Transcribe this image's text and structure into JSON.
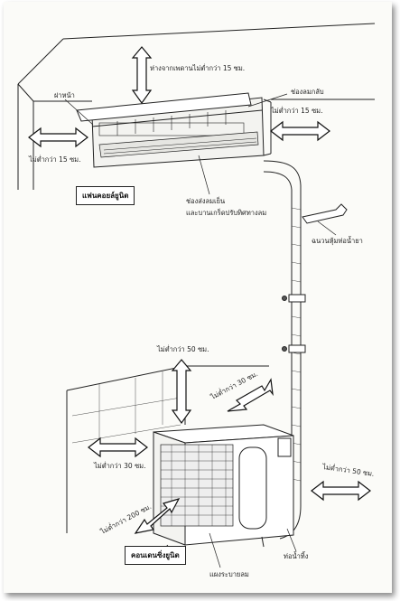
{
  "labels": {
    "top_clearance": "ห่างจากเพดานไม่ต่ำกว่า 15 ซม.",
    "front_cover": "ฝาหน้า",
    "air_return": "ช่องลมกลับ",
    "right_clearance_indoor": "ไม่ต่ำกว่า 15 ซม.",
    "left_clearance_indoor": "ไม่ต่ำกว่า 15 ซม.",
    "indoor_unit": "แฟนคอยล์ยูนิต",
    "air_outlet_line1": "ช่องส่งลมเย็น",
    "air_outlet_line2": "และบานเกร็ดปรับทิศทางลม",
    "drain_insulation": "ฉนวนหุ้มท่อน้ำยา",
    "outdoor_top_clearance": "ไม่ต่ำกว่า 50 ซม.",
    "outdoor_back_clearance": "ไม่ต่ำกว่า 30 ซม.",
    "outdoor_left_clearance": "ไม่ต่ำกว่า 30 ซม.",
    "outdoor_front_clearance": "ไม่ต่ำกว่า 200 ซม.",
    "outdoor_right_clearance": "ไม่ต่ำกว่า 50 ซม.",
    "outdoor_unit": "คอนเดนซิ่งยูนิต",
    "condenser_coil": "แผงระบายลม",
    "drain_pipe": "ท่อน้ำทิ้ง"
  }
}
